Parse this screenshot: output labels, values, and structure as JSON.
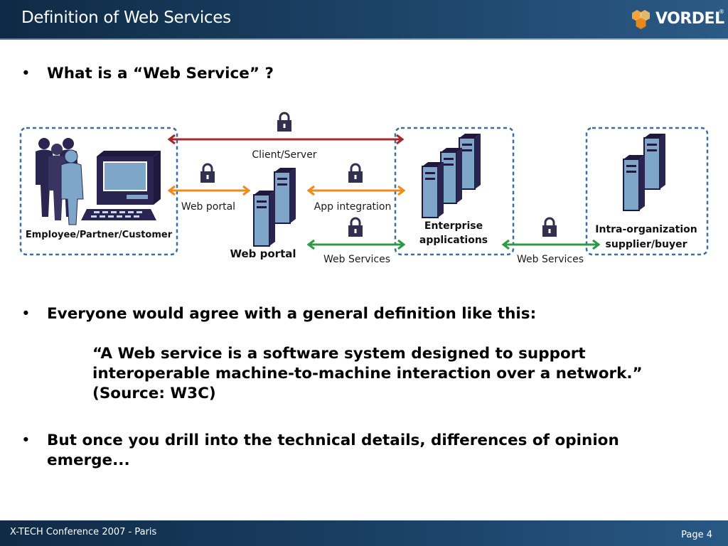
{
  "header": {
    "title": "Definition of Web Services",
    "logo_text": "VORDEL",
    "logo_mark": "®"
  },
  "bullets": [
    {
      "symbol": "•",
      "text": "What is a “Web Service” ?"
    },
    {
      "symbol": "•",
      "text": "Everyone would agree with a general definition like this:"
    },
    {
      "symbol": "•",
      "lines": [
        "But once you drill into the technical details, differences of opinion",
        "emerge..."
      ]
    }
  ],
  "quote": {
    "lines": [
      "“A Web service is a software system designed to support",
      "interoperable machine-to-machine interaction over a network.”",
      "(Source: W3C)"
    ]
  },
  "diagram": {
    "employee_label": "Employee/Partner/Customer",
    "client_server_label": "Client/Server",
    "web_portal_link_label": "Web portal",
    "app_integration_label": "App integration",
    "web_portal_label": "Web portal",
    "web_services_label_1": "Web Services",
    "enterprise_label_1": "Enterprise",
    "enterprise_label_2": "applications",
    "web_services_label_2": "Web Services",
    "intra_label_1": "Intra-organization",
    "intra_label_2": "supplier/buyer",
    "colors": {
      "client_server": "#a5282a",
      "web_portal": "#ef8a1e",
      "web_services": "#2f9a46",
      "box_border": "#3d6e9e",
      "server": "#7ea6c9",
      "lock": "#33304f"
    }
  },
  "footer": {
    "left": "X-TECH Conference 2007 - Paris",
    "right": "Page 4"
  }
}
